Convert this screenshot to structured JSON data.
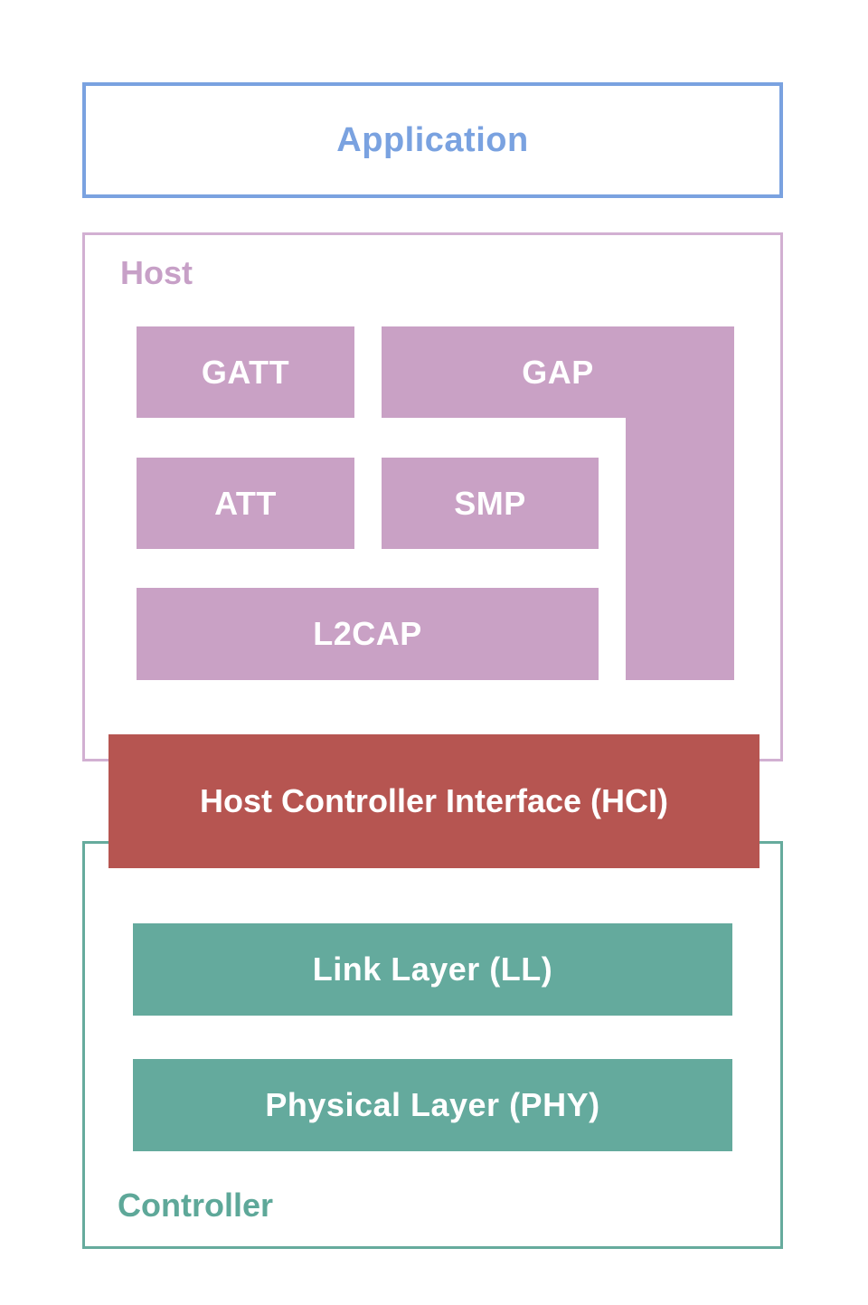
{
  "colors": {
    "application_blue": "#7aa2e0",
    "host_border_pink": "#d2b0d2",
    "host_label_pink": "#c7a0c7",
    "host_block_mauve": "#c9a1c5",
    "hci_red": "#b65551",
    "controller_teal": "#64aa9d",
    "controller_border_teal": "#66ab9d",
    "block_text_white": "#ffffff"
  },
  "application": {
    "label": "Application"
  },
  "host": {
    "label": "Host",
    "blocks": {
      "gatt": "GATT",
      "gap": "GAP",
      "att": "ATT",
      "smp": "SMP",
      "l2cap": "L2CAP"
    }
  },
  "hci": {
    "label": "Host Controller Interface (HCI)"
  },
  "controller": {
    "label": "Controller",
    "blocks": {
      "link_layer": "Link Layer (LL)",
      "physical_layer": "Physical Layer (PHY)"
    }
  }
}
